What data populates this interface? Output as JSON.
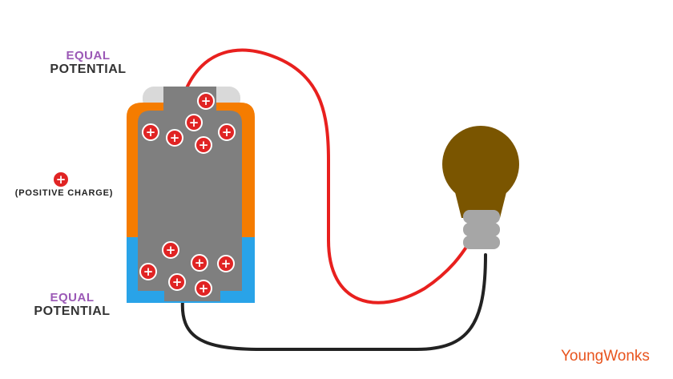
{
  "labels": {
    "top": {
      "line1": "EQUAL",
      "line2": "POTENTIAL"
    },
    "bottom": {
      "line1": "EQUAL",
      "line2": "POTENTIAL"
    },
    "positive_charge": "(POSITIVE CHARGE)"
  },
  "charge_symbol": "+",
  "brand": "YoungWonks",
  "colors": {
    "wire_positive": "#e8201e",
    "wire_negative": "#222222",
    "battery_top": "#f57c00",
    "battery_bottom": "#29a3e8",
    "battery_core": "#7f7f7f",
    "battery_terminal": "#d9d9d9",
    "charge": "#e02424",
    "bulb_glass": "#7a5500",
    "bulb_base": "#a6a6a6",
    "label_accent": "#9b59b6",
    "brand": "#e8541e"
  }
}
